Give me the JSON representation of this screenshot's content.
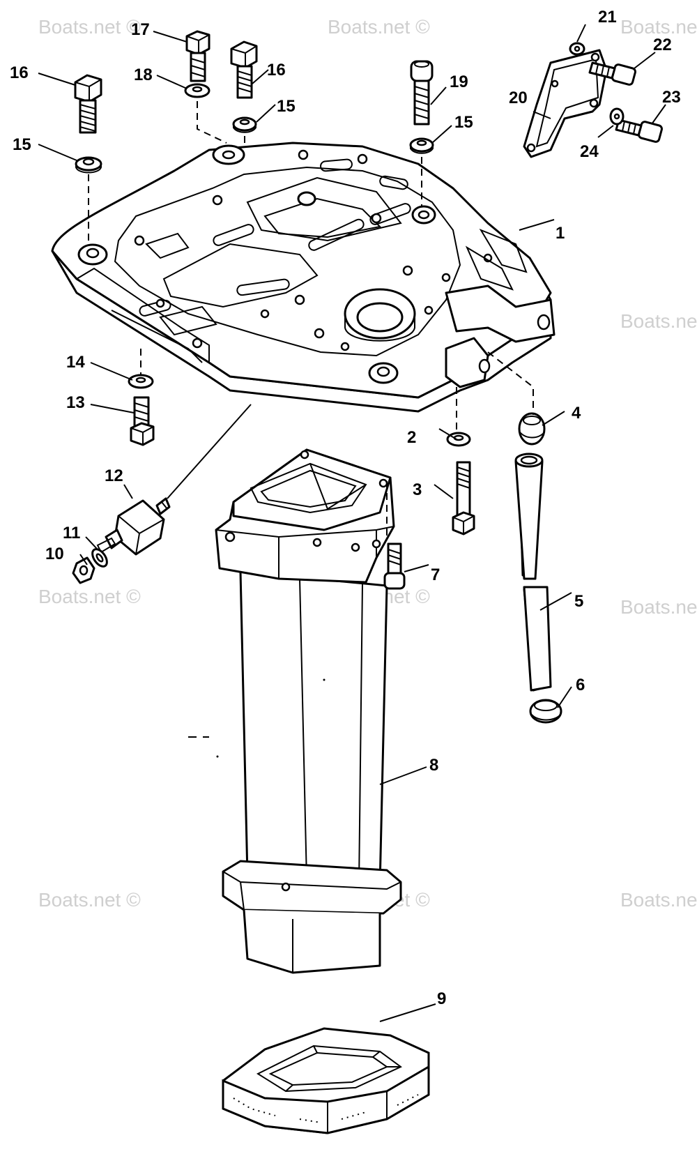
{
  "watermark": {
    "text": "Boats.net ©",
    "color": "#cfcfcf"
  },
  "callouts": [
    {
      "number": "1"
    },
    {
      "number": "2"
    },
    {
      "number": "3"
    },
    {
      "number": "4"
    },
    {
      "number": "5"
    },
    {
      "number": "6"
    },
    {
      "number": "7"
    },
    {
      "number": "8"
    },
    {
      "number": "9"
    },
    {
      "number": "10"
    },
    {
      "number": "11"
    },
    {
      "number": "12"
    },
    {
      "number": "13"
    },
    {
      "number": "14"
    },
    {
      "number": "15"
    },
    {
      "number": "15"
    },
    {
      "number": "15"
    },
    {
      "number": "16"
    },
    {
      "number": "16"
    },
    {
      "number": "17"
    },
    {
      "number": "18"
    },
    {
      "number": "19"
    },
    {
      "number": "20"
    },
    {
      "number": "21"
    },
    {
      "number": "22"
    },
    {
      "number": "23"
    },
    {
      "number": "24"
    }
  ]
}
